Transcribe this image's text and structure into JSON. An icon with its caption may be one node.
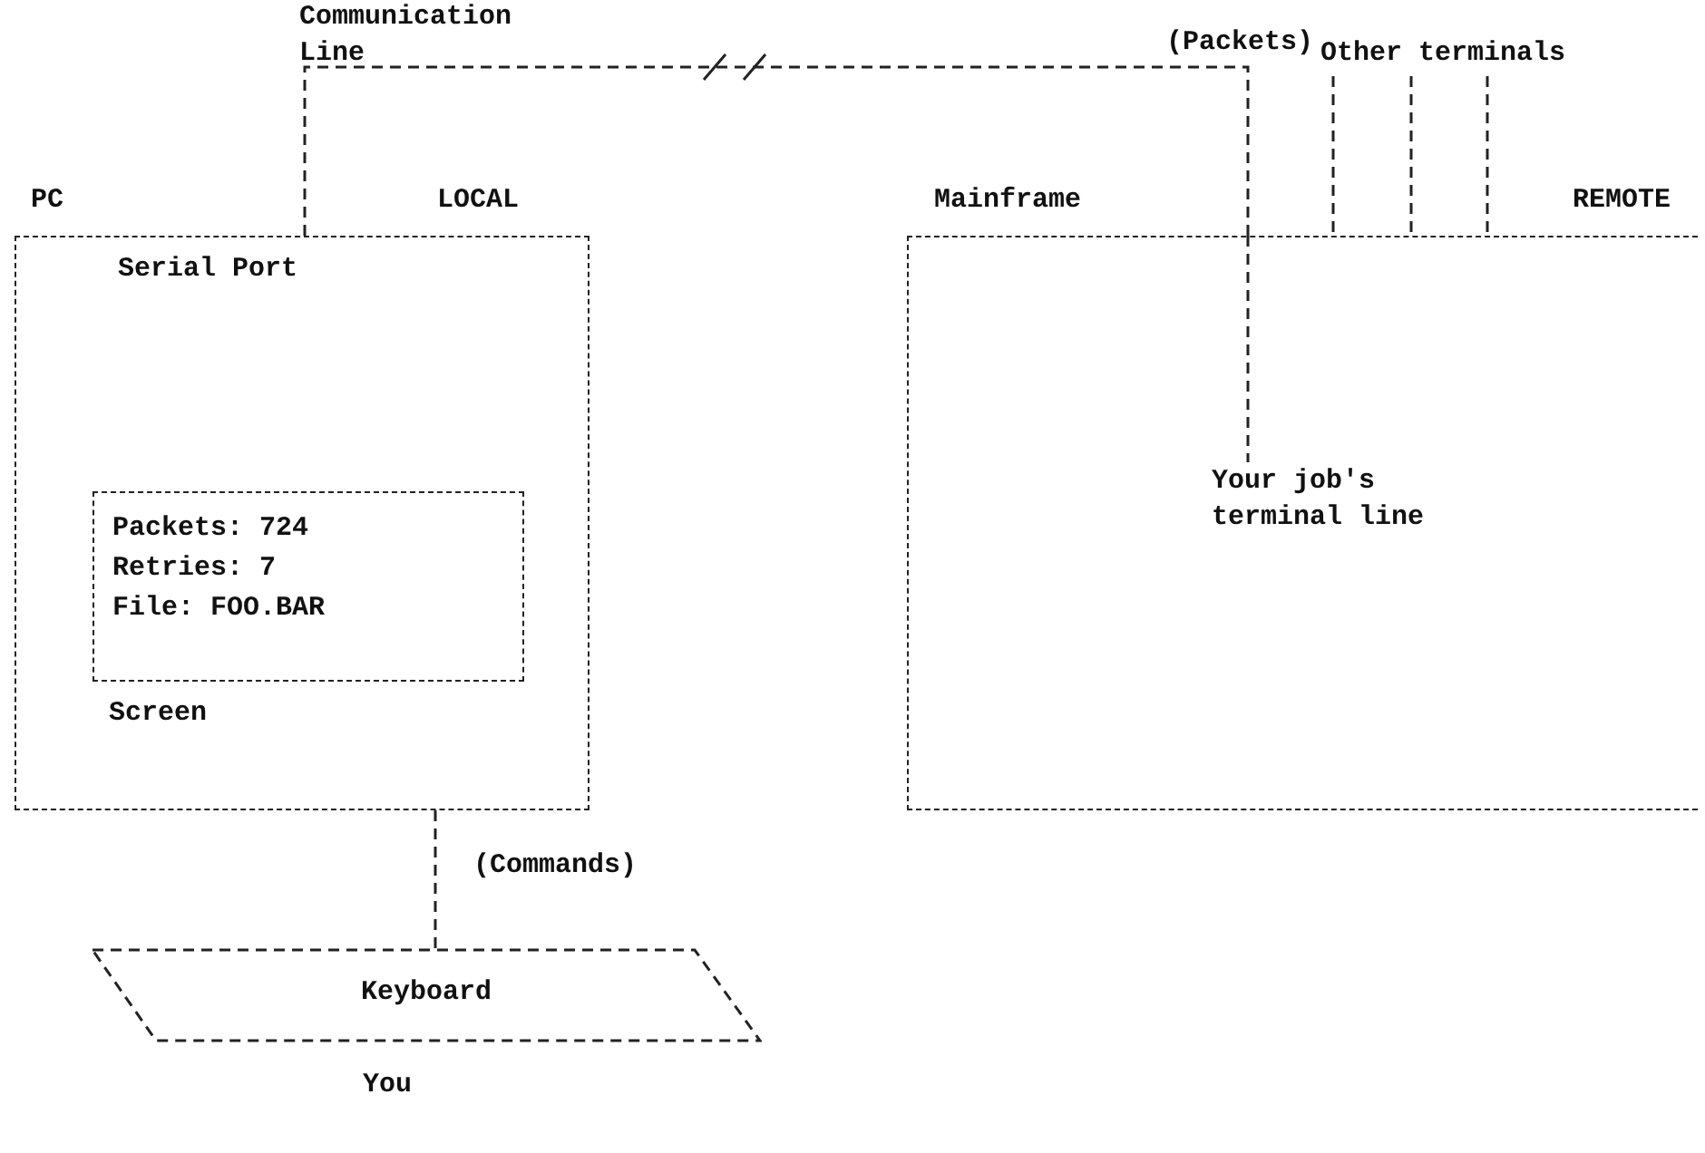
{
  "diagram": {
    "nodes": [
      {
        "text": [
          "Other terminals"
        ]
      },
      {
        "text": [
          "PC",
          "LOCAL",
          "Serial Port"
        ]
      },
      {
        "text": [
          "Packets: 724",
          "Retries: 7",
          "File: FOO.BAR",
          "Screen"
        ],
        "in": 1
      },
      {
        "text": [
          "Mainframe",
          "REMOTE"
        ]
      },
      {
        "text": [
          "Your job's terminal line"
        ],
        "in": 3
      },
      {
        "text": [
          "Keyboard"
        ],
        "beside": [
          "You"
        ]
      }
    ],
    "edges": [
      {
        "from": 1,
        "to": 3,
        "arrow": "none",
        "label": "(Packets)"
      },
      {
        "from": 0,
        "to": 3,
        "arrow": "none"
      },
      {
        "from": 0,
        "to": 3,
        "arrow": "none"
      },
      {
        "from": 0,
        "to": 3,
        "arrow": "none"
      },
      {
        "from": 3,
        "to": 4,
        "arrow": "none"
      },
      {
        "from": 1,
        "to": 5,
        "arrow": "none",
        "label": "(Commands)"
      }
    ],
    "labels": [
      "Communication Line"
    ]
  }
}
